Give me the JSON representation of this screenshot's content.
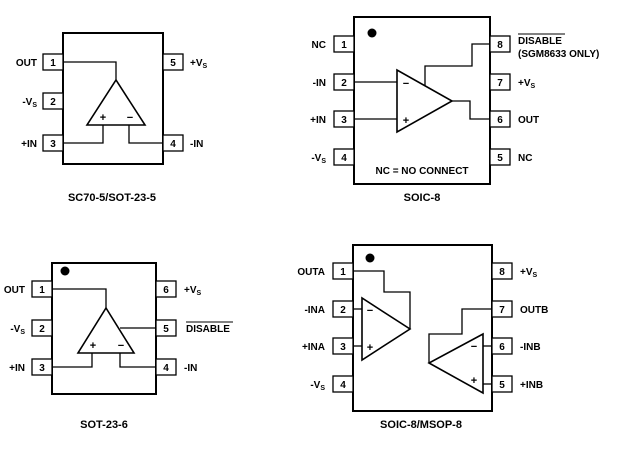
{
  "packages": [
    {
      "title": "SC70-5/SOT-23-5",
      "pins": [
        {
          "num": "1",
          "label": "OUT"
        },
        {
          "num": "2",
          "label": "-V",
          "sub": "S"
        },
        {
          "num": "3",
          "label": "+IN"
        },
        {
          "num": "4",
          "label": "-IN"
        },
        {
          "num": "5",
          "label": "+V",
          "sub": "S"
        }
      ]
    },
    {
      "title": "SOIC-8",
      "note": "NC = NO CONNECT",
      "pins": [
        {
          "num": "1",
          "label": "NC"
        },
        {
          "num": "2",
          "label": "-IN"
        },
        {
          "num": "3",
          "label": "+IN"
        },
        {
          "num": "4",
          "label": "-V",
          "sub": "S"
        },
        {
          "num": "5",
          "label": "NC"
        },
        {
          "num": "6",
          "label": "OUT"
        },
        {
          "num": "7",
          "label": "+V",
          "sub": "S"
        },
        {
          "num": "8",
          "label": "DISABLE",
          "label2": "(SGM8633 ONLY)"
        }
      ]
    },
    {
      "title": "SOT-23-6",
      "pins": [
        {
          "num": "1",
          "label": "OUT"
        },
        {
          "num": "2",
          "label": "-V",
          "sub": "S"
        },
        {
          "num": "3",
          "label": "+IN"
        },
        {
          "num": "4",
          "label": "-IN"
        },
        {
          "num": "5",
          "label": "DISABLE"
        },
        {
          "num": "6",
          "label": "+V",
          "sub": "S"
        }
      ]
    },
    {
      "title": "SOIC-8/MSOP-8",
      "pins": [
        {
          "num": "1",
          "label": "OUTA"
        },
        {
          "num": "2",
          "label": "-INA"
        },
        {
          "num": "3",
          "label": "+INA"
        },
        {
          "num": "4",
          "label": "-V",
          "sub": "S"
        },
        {
          "num": "5",
          "label": "+INB"
        },
        {
          "num": "6",
          "label": "-INB"
        },
        {
          "num": "7",
          "label": "OUTB"
        },
        {
          "num": "8",
          "label": "+V",
          "sub": "S"
        }
      ]
    }
  ],
  "symbols": {
    "plus": "+",
    "minus": "−"
  }
}
